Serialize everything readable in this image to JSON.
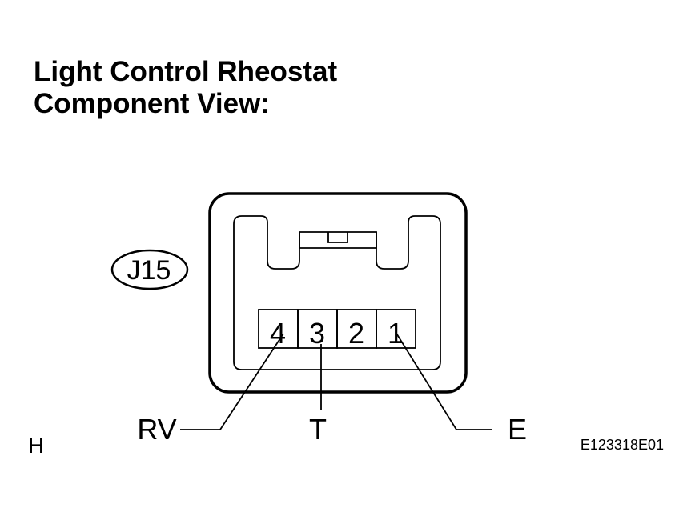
{
  "title": {
    "line1": "Light Control Rheostat",
    "line2": "Component View:"
  },
  "connector": {
    "code": "J15",
    "pins": [
      {
        "number": "4",
        "signal": "RV"
      },
      {
        "number": "3",
        "signal": "T"
      },
      {
        "number": "2",
        "signal": ""
      },
      {
        "number": "1",
        "signal": "E"
      }
    ]
  },
  "footer": {
    "left_mark": "H",
    "figure_id": "E123318E01"
  }
}
